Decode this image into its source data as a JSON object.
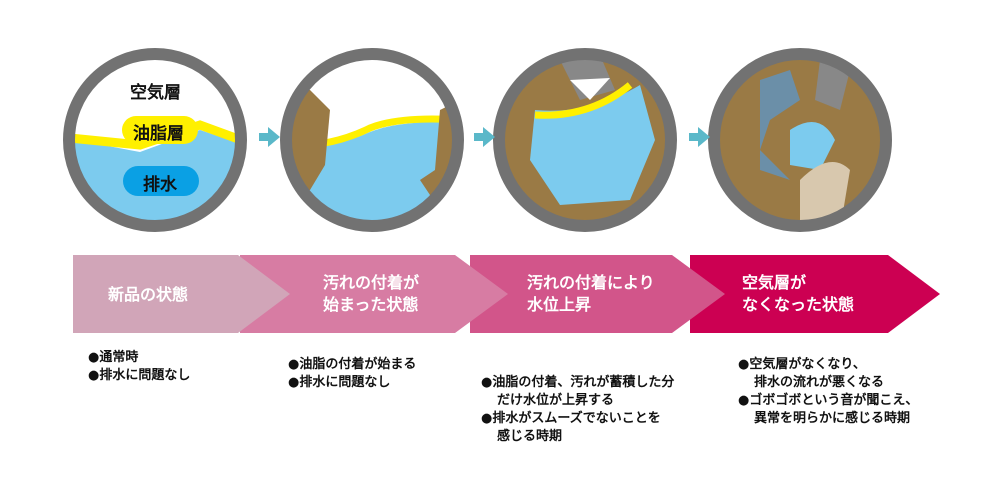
{
  "labels": {
    "air_layer": "空気層",
    "oil_layer": "油脂層",
    "drainage": "排水"
  },
  "colors": {
    "pipe": "#727272",
    "water": "#7ccbee",
    "oil": "#fff000",
    "dirt": "#9a7a45",
    "arrow": "#5ab8c9",
    "stage_colors": [
      "#d1a5b8",
      "#d77ca3",
      "#d2558a",
      "#cc0052"
    ]
  },
  "stages": [
    {
      "title": [
        "新品の状態"
      ],
      "notes": [
        "●通常時",
        "●排水に問題なし"
      ]
    },
    {
      "title": [
        "汚れの付着が",
        "始まった状態"
      ],
      "notes": [
        "●油脂の付着が始まる",
        "●排水に問題なし"
      ]
    },
    {
      "title": [
        "汚れの付着により",
        "水位上昇"
      ],
      "notes": [
        "●油脂の付着、汚れが蓄積した分\nだけ水位が上昇する",
        "●排水がスムーズでないことを\n感じる時期"
      ]
    },
    {
      "title": [
        "空気層が",
        "なくなった状態"
      ],
      "notes": [
        "●空気層がなくなり、\n排水の流れが悪くなる",
        "●ゴボゴボという音が聞こえ、\n異常を明らかに感じる時期"
      ]
    }
  ]
}
